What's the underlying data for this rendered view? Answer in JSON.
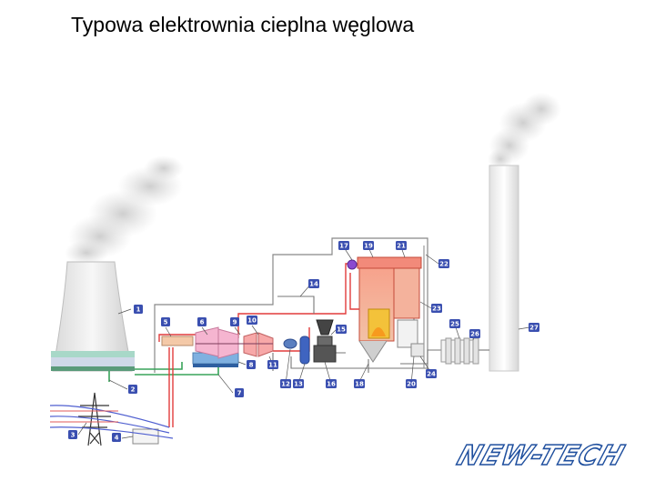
{
  "title": "Typowa elektrownia cieplna węglowa",
  "logo_text": "NEW-TECH",
  "colors": {
    "label_badge": "#3a4fb0",
    "hot_steam": "#e23b3b",
    "cooling_water": "#39a35a",
    "power_lines": "#4f5fd0",
    "boiler_fill": "#f6a08a",
    "logo": "#1f4f9e"
  },
  "labels": [
    {
      "n": "1"
    },
    {
      "n": "2"
    },
    {
      "n": "3"
    },
    {
      "n": "4"
    },
    {
      "n": "5"
    },
    {
      "n": "6"
    },
    {
      "n": "7"
    },
    {
      "n": "8"
    },
    {
      "n": "9"
    },
    {
      "n": "10"
    },
    {
      "n": "11"
    },
    {
      "n": "12"
    },
    {
      "n": "13"
    },
    {
      "n": "14"
    },
    {
      "n": "15"
    },
    {
      "n": "16"
    },
    {
      "n": "17"
    },
    {
      "n": "18"
    },
    {
      "n": "19"
    },
    {
      "n": "20"
    },
    {
      "n": "21"
    },
    {
      "n": "22"
    },
    {
      "n": "23"
    },
    {
      "n": "24"
    },
    {
      "n": "25"
    },
    {
      "n": "26"
    },
    {
      "n": "27"
    }
  ]
}
